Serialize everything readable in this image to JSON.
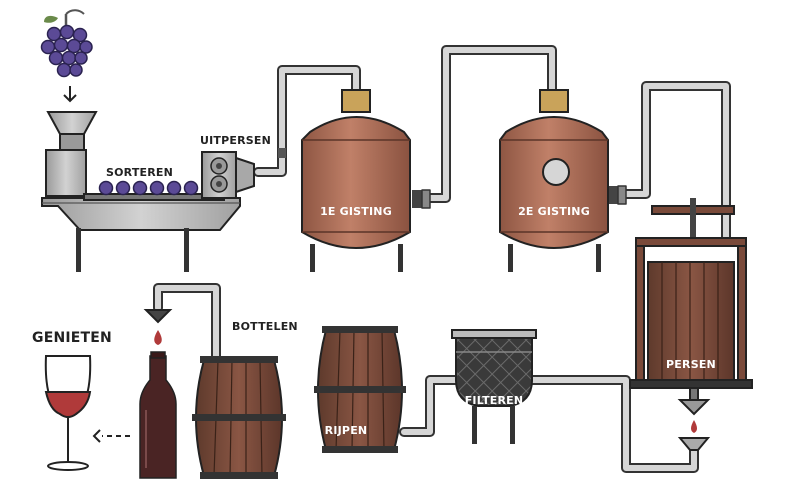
{
  "labels": {
    "sorteren": "SORTEREN",
    "uitpersen": "UITPERSEN",
    "gisting1": "1E GISTING",
    "gisting2": "2E GISTING",
    "persen": "PERSEN",
    "filteren": "FILTEREN",
    "rijpen": "RIJPEN",
    "bottelen": "BOTTELEN",
    "genieten": "GENIETEN"
  },
  "colors": {
    "copper": "#b0705a",
    "copper_dark": "#8a5442",
    "brass": "#c9a35a",
    "barrel": "#7a4a3a",
    "barrel_dark": "#5a3428",
    "pipe_fill": "#d6d6d6",
    "pipe_edge": "#333333",
    "steel": "#bcbcbc",
    "grape": "#5b4a96",
    "wine": "#b03a3a",
    "bottle": "#4a2424"
  },
  "icons": [
    "grape-icon",
    "arrow-down-icon",
    "hopper-icon",
    "sorting-machine-icon",
    "press-rollers-icon",
    "fermentation-tank-icon",
    "wine-press-icon",
    "filter-icon",
    "barrel-icon",
    "bottle-icon",
    "wine-glass-icon",
    "dashed-arrow-left-icon"
  ]
}
